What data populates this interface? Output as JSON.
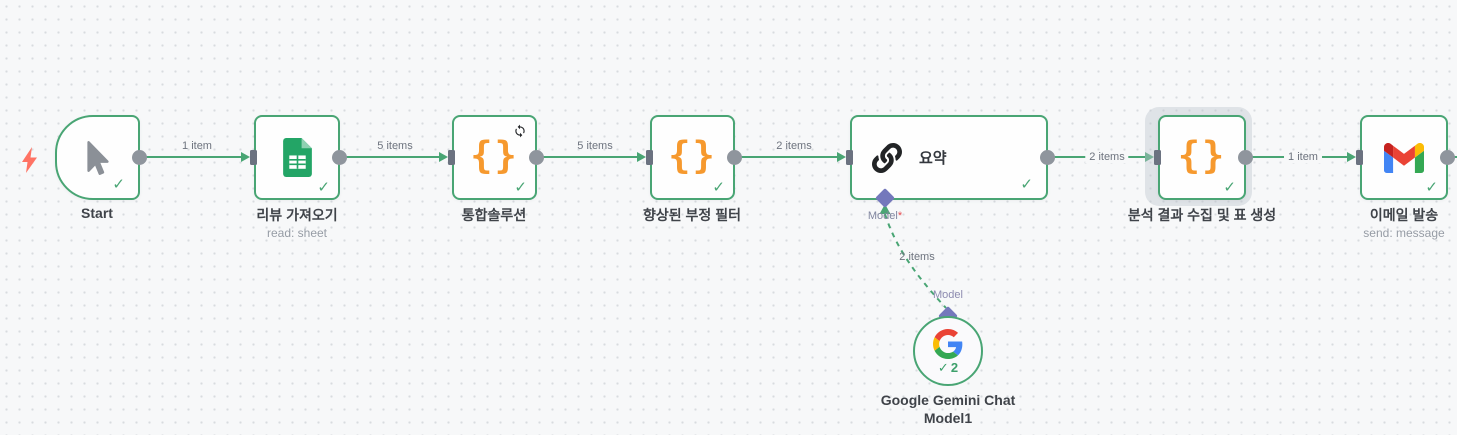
{
  "canvas": {
    "background": "#f7f8f9",
    "dot_color": "#d8dbdf",
    "accent_green": "#49a574",
    "code_orange": "#f6992e",
    "port_purple": "#7478bc",
    "bolt_coral": "#ff7364"
  },
  "icons": {
    "check": "✓",
    "code_braces": "{}"
  },
  "nodes": {
    "start": {
      "title": "Start"
    },
    "fetch_reviews": {
      "title": "리뷰 가져오기",
      "subtitle": "read: sheet"
    },
    "integrated_solution": {
      "title": "통합솔루션"
    },
    "negative_filter": {
      "title": "향상된 부정 필터"
    },
    "summary": {
      "title": "요약",
      "model_port_label": "Model",
      "model_required_mark": "*"
    },
    "collect_results": {
      "title": "분석 결과 수집 및 표 생성",
      "selected": true
    },
    "send_email": {
      "title": "이메일 발송",
      "subtitle": "send: message"
    },
    "gemini_model": {
      "title_line1": "Google Gemini Chat",
      "title_line2": "Model1",
      "badge_count": "2",
      "port_label": "Model"
    }
  },
  "connections": {
    "start_to_fetch": "1 item",
    "fetch_to_integrated": "5 items",
    "integrated_to_filter": "5 items",
    "filter_to_summary": "2 items",
    "summary_to_collect": "2 items",
    "collect_to_email": "1 item",
    "summary_to_gemini_model": "2 items"
  }
}
